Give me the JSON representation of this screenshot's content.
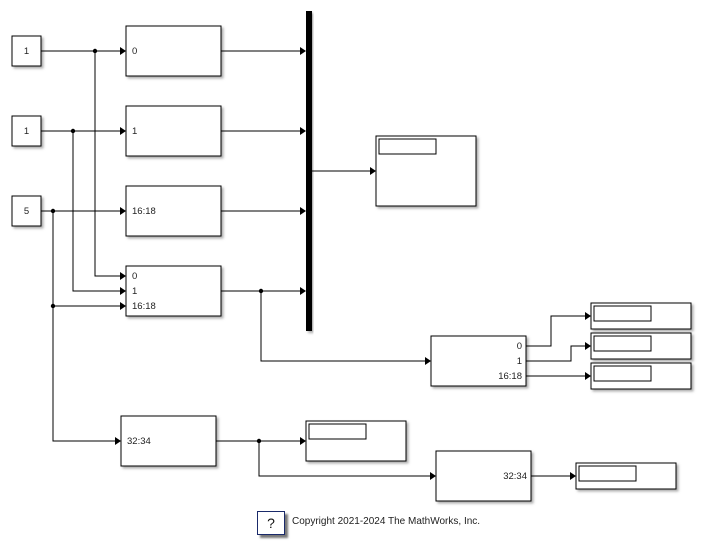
{
  "diagram": {
    "constants": [
      {
        "name": "constant-1a",
        "value": "1"
      },
      {
        "name": "constant-1b",
        "value": "1"
      },
      {
        "name": "constant-5",
        "value": "5"
      }
    ],
    "subsystems": [
      {
        "name": "subsystem-0",
        "ports": [
          "0"
        ]
      },
      {
        "name": "subsystem-1",
        "ports": [
          "1"
        ]
      },
      {
        "name": "subsystem-16-18",
        "ports": [
          "16:18"
        ]
      },
      {
        "name": "subsystem-multi",
        "ports": [
          "0",
          "1",
          "16:18"
        ]
      },
      {
        "name": "subsystem-32-34",
        "ports": [
          "32:34"
        ]
      }
    ],
    "demux_out": [
      "0",
      "1",
      "16:18"
    ],
    "demux2_out": [
      "32:34"
    ],
    "displays": 6
  },
  "footer": {
    "help_label": "?",
    "copyright": "Copyright 2021-2024 The MathWorks, Inc."
  }
}
